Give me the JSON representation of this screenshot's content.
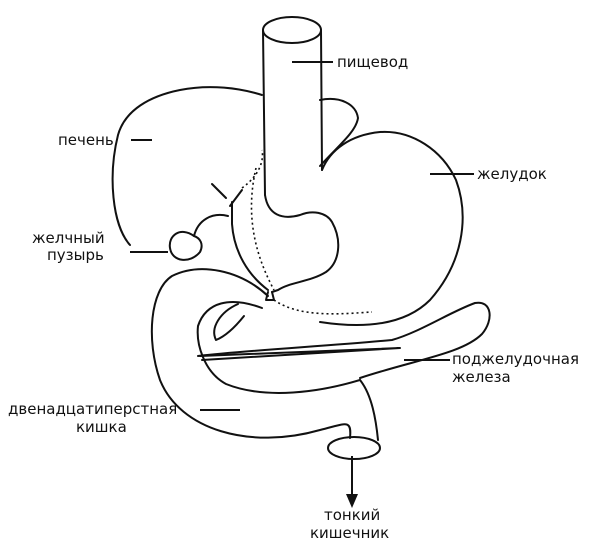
{
  "labels": {
    "esophagus": "пищевод",
    "liver": "печень",
    "stomach": "желудок",
    "gallbladder_line1": "желчный",
    "gallbladder_line2": "пузырь",
    "pancreas_line1": "поджелудочная",
    "pancreas_line2": "железа",
    "duodenum_line1": "двенадцатиперстная",
    "duodenum_line2": "кишка",
    "small_intestine_line1": "тонкий",
    "small_intestine_line2": "кишечник"
  },
  "colors": {
    "ink": "#111111",
    "background": "#ffffff"
  }
}
